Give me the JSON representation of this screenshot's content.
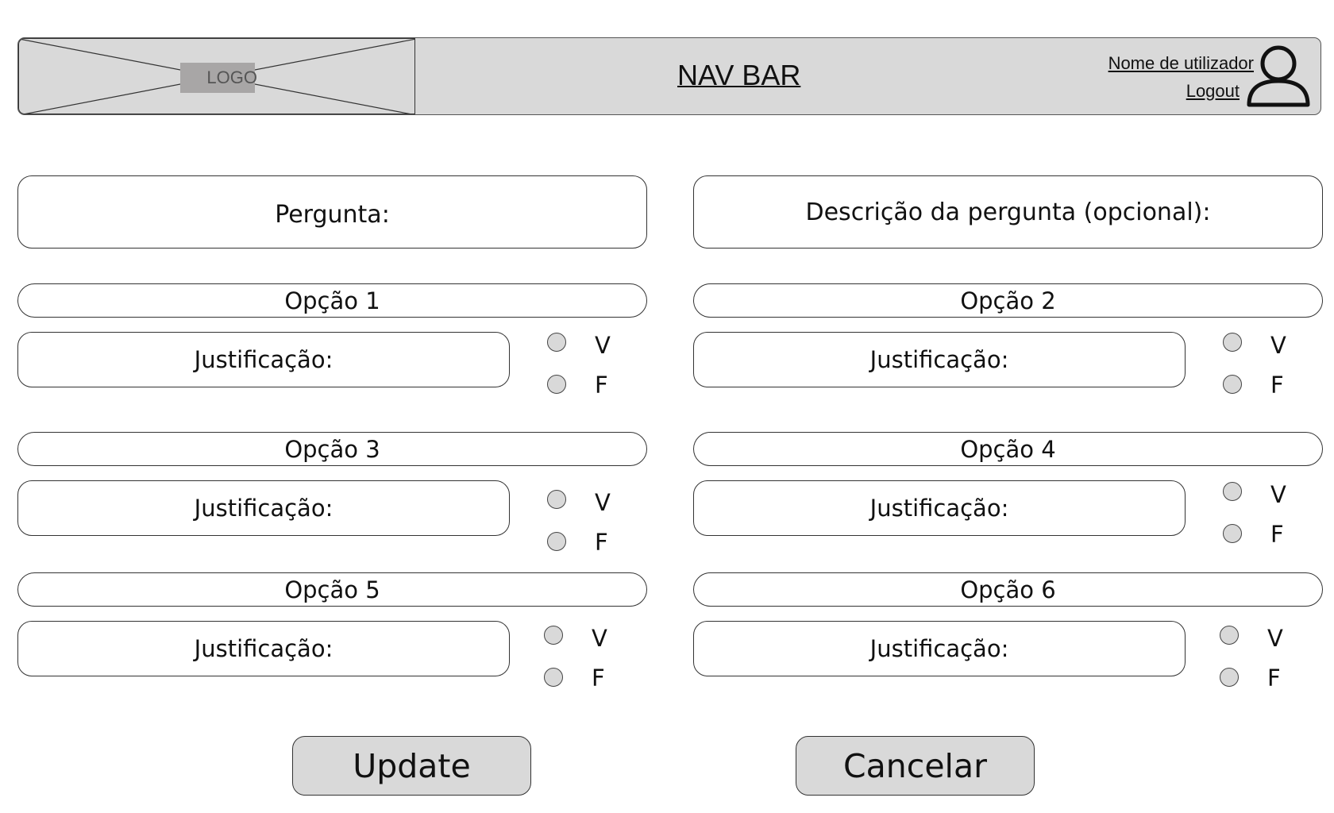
{
  "navbar": {
    "logo_text": "LOGO",
    "title": "NAV BAR",
    "user_name": "Nome de utilizador",
    "logout": "Logout"
  },
  "question": {
    "label": "Pergunta:",
    "description_label": "Descrição da pergunta (opcional):"
  },
  "options": [
    {
      "label": "Opção 1",
      "justification": "Justificação:",
      "true_label": "V",
      "false_label": "F"
    },
    {
      "label": "Opção 2",
      "justification": "Justificação:",
      "true_label": "V",
      "false_label": "F"
    },
    {
      "label": "Opção 3",
      "justification": "Justificação:",
      "true_label": "V",
      "false_label": "F"
    },
    {
      "label": "Opção 4",
      "justification": "Justificação:",
      "true_label": "V",
      "false_label": "F"
    },
    {
      "label": "Opção 5",
      "justification": "Justificação:",
      "true_label": "V",
      "false_label": "F"
    },
    {
      "label": "Opção 6",
      "justification": "Justificação:",
      "true_label": "V",
      "false_label": "F"
    }
  ],
  "actions": {
    "update": "Update",
    "cancel": "Cancelar"
  }
}
